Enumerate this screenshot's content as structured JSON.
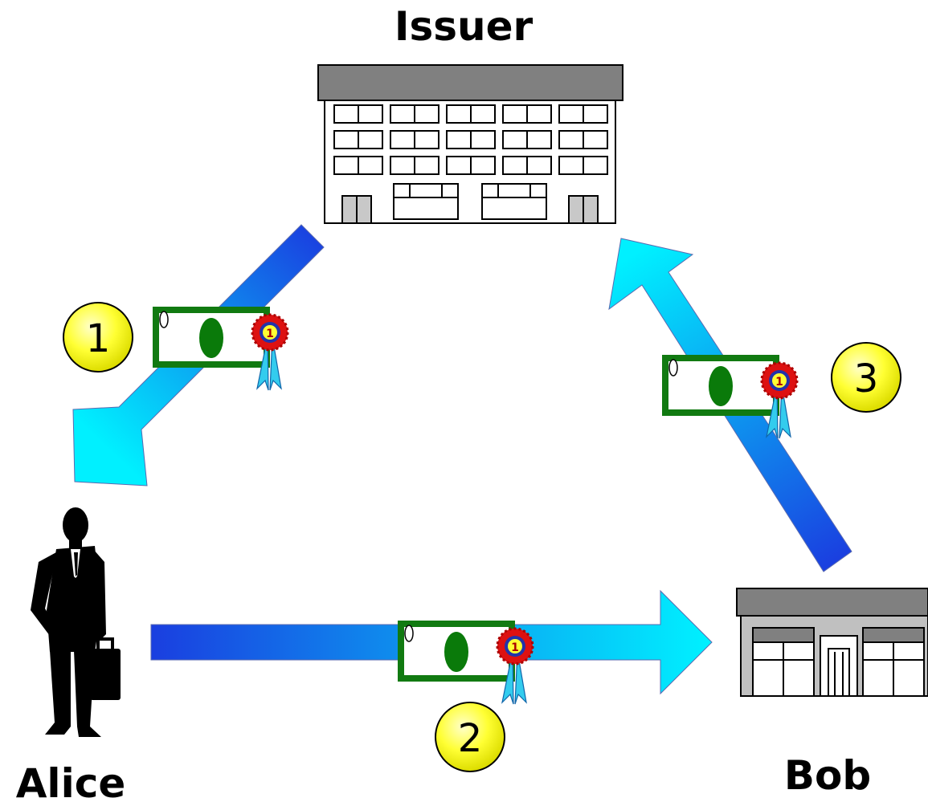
{
  "diagram": {
    "nodes": {
      "issuer": {
        "label": "Issuer",
        "icon": "bank-building-icon"
      },
      "alice": {
        "label": "Alice",
        "icon": "businessman-icon"
      },
      "bob": {
        "label": "Bob",
        "icon": "shop-icon"
      }
    },
    "steps": [
      {
        "number": "1",
        "from": "issuer",
        "to": "alice",
        "item": "banknote-icon"
      },
      {
        "number": "2",
        "from": "alice",
        "to": "bob",
        "item": "banknote-icon"
      },
      {
        "number": "3",
        "from": "bob",
        "to": "issuer",
        "item": "banknote-icon"
      }
    ],
    "colors": {
      "arrow_dark": "#1a3fe0",
      "arrow_light": "#00f0ff",
      "note_border": "#117a11",
      "note_ellipse": "#0a7a0a",
      "step_badge": "#ffff33",
      "rosette": "#dd1111",
      "ribbon": "#33ccee",
      "roof": "#808080",
      "shop_wall": "#c0c0c0"
    }
  }
}
